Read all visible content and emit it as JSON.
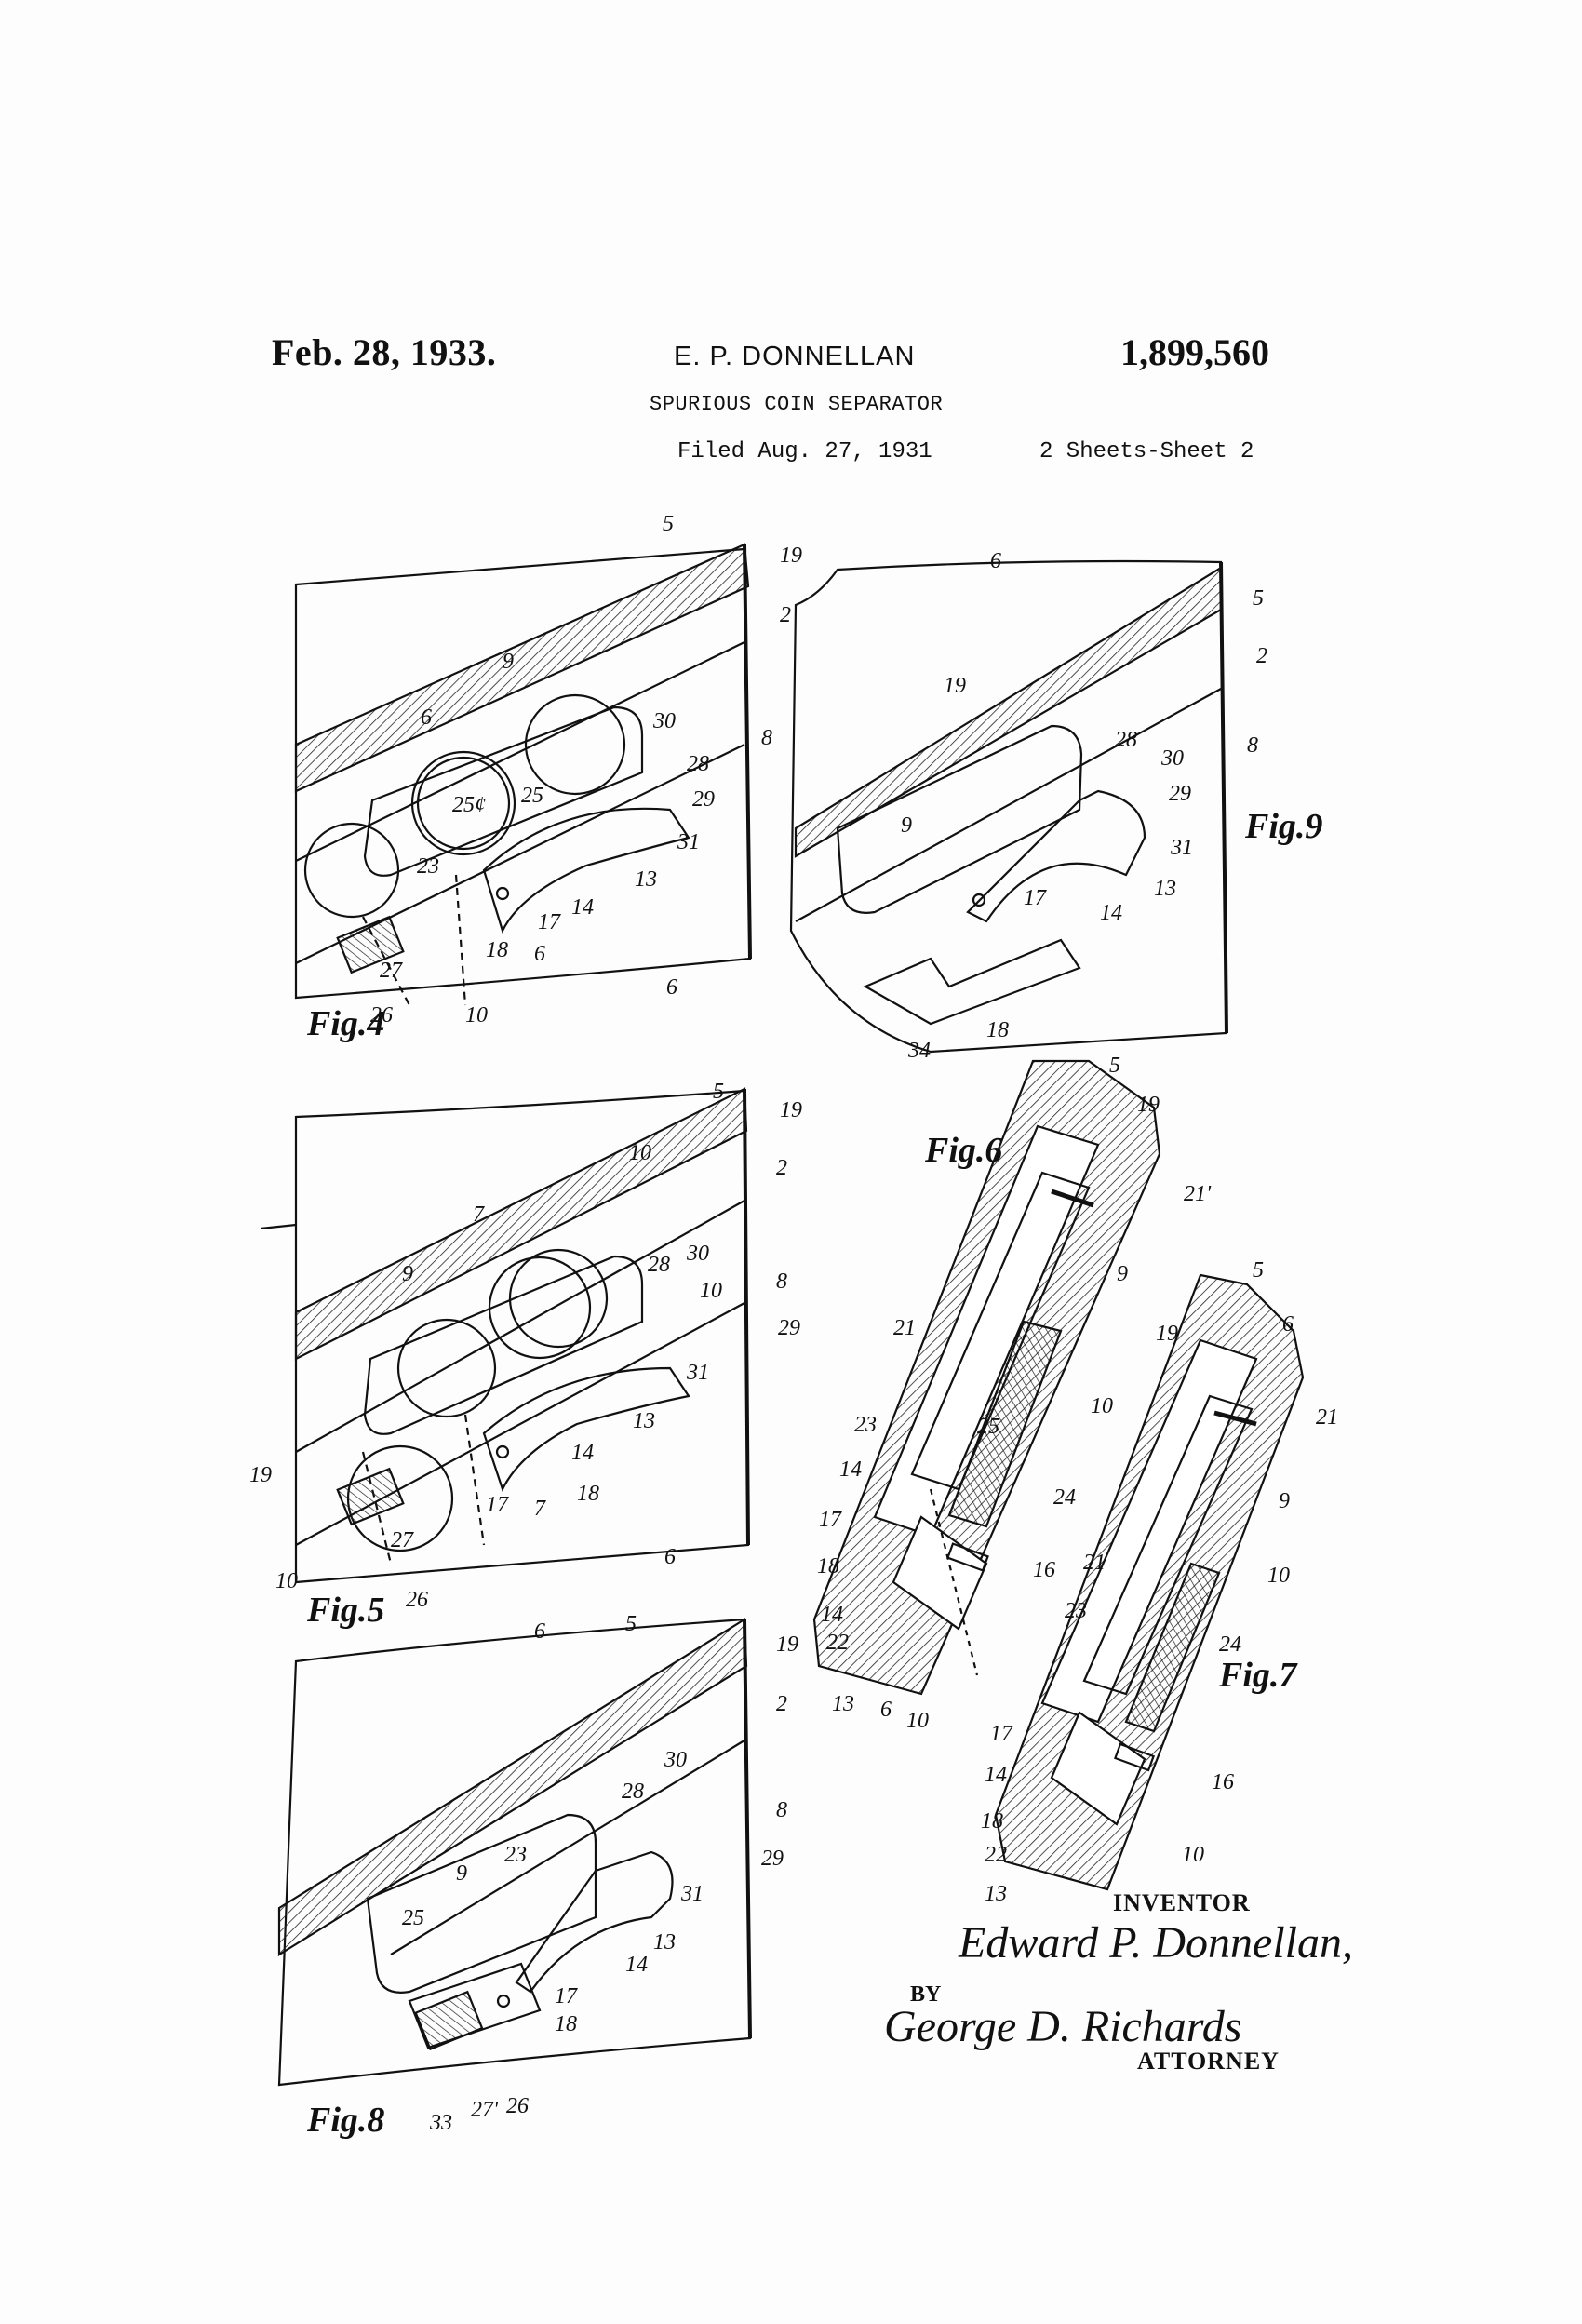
{
  "header": {
    "date": "Feb. 28, 1933.",
    "inventor": "E. P. DONNELLAN",
    "patent_number": "1,899,560",
    "title": "SPURIOUS COIN SEPARATOR",
    "filed": "Filed Aug. 27, 1931",
    "sheets": "2 Sheets-Sheet 2"
  },
  "figures": {
    "fig4": {
      "label": "Fig.4",
      "coin_label": "25¢",
      "refs": [
        "5",
        "19",
        "2",
        "8",
        "9",
        "6",
        "30",
        "28",
        "29",
        "31",
        "13",
        "25",
        "23",
        "14",
        "17",
        "18",
        "6",
        "27",
        "26",
        "10",
        "6"
      ]
    },
    "fig5": {
      "label": "Fig.5",
      "refs": [
        "5",
        "19",
        "2",
        "10",
        "7",
        "9",
        "28",
        "30",
        "10",
        "8",
        "29",
        "31",
        "13",
        "14",
        "18",
        "17",
        "7",
        "27",
        "26",
        "19",
        "6",
        "10"
      ]
    },
    "fig6": {
      "label": "Fig.6",
      "refs": [
        "5",
        "19",
        "21'",
        "9",
        "21",
        "10",
        "23",
        "25",
        "24",
        "14",
        "17",
        "18",
        "16",
        "14",
        "22",
        "13",
        "6",
        "10"
      ]
    },
    "fig7": {
      "label": "Fig.7",
      "refs": [
        "5",
        "6",
        "19",
        "21",
        "9",
        "10",
        "21",
        "23",
        "24",
        "17",
        "14",
        "16",
        "18",
        "22",
        "13",
        "10"
      ]
    },
    "fig8": {
      "label": "Fig.8",
      "refs": [
        "6",
        "5",
        "19",
        "2",
        "30",
        "28",
        "8",
        "9",
        "23",
        "29",
        "31",
        "25",
        "13",
        "14",
        "17",
        "18",
        "33",
        "27'",
        "26"
      ]
    },
    "fig9": {
      "label": "Fig.9",
      "refs": [
        "6",
        "5",
        "2",
        "19",
        "8",
        "28",
        "30",
        "29",
        "9",
        "31",
        "13",
        "17",
        "14",
        "18",
        "34"
      ]
    }
  },
  "signatures": {
    "inventor_label": "INVENTOR",
    "inventor_signature": "Edward P. Donnellan,",
    "by": "BY",
    "attorney_signature": "George D. Richards",
    "attorney_label": "ATTORNEY"
  }
}
